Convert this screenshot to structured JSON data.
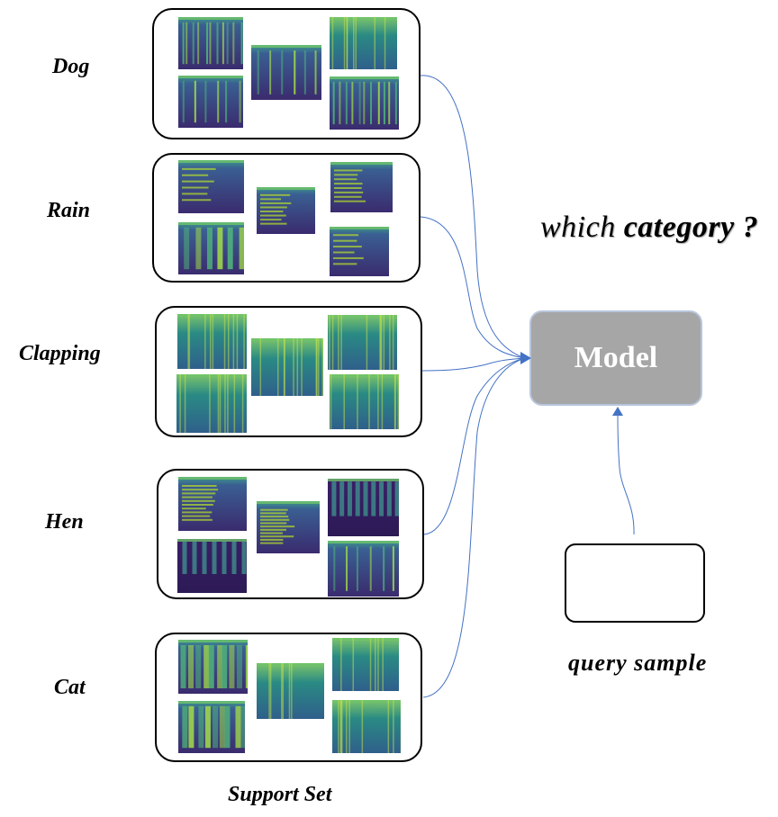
{
  "support_set_label": "Support Set",
  "question": {
    "prefix": "which ",
    "emphasis": "category",
    "suffix": "  ?"
  },
  "model_label": "Model",
  "query_label": "query sample",
  "categories": [
    {
      "label": "Dog"
    },
    {
      "label": "Rain"
    },
    {
      "label": "Clapping"
    },
    {
      "label": "Hen"
    },
    {
      "label": "Cat"
    }
  ],
  "colors": {
    "arrow": "#4472c4",
    "model_fill": "#a6a6a6",
    "spectrogram_dark": "#3b1d63",
    "spectrogram_mid": "#2e6e8e",
    "spectrogram_bright": "#b6de2b"
  },
  "icons": {
    "spectrogram": "spectrogram-image",
    "arrow": "arrow-head"
  }
}
